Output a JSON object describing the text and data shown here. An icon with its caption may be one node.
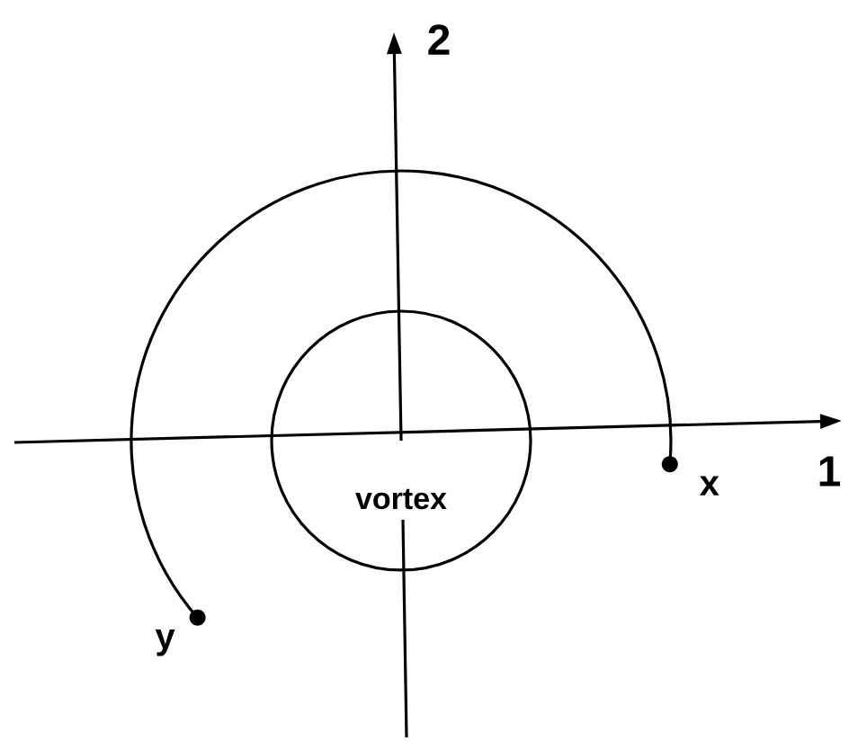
{
  "diagram": {
    "nodes": [
      {
        "text": [
          "vortex"
        ]
      },
      {
        "text": [],
        "shape": "circle",
        "beside": [
          "x"
        ]
      },
      {
        "text": [],
        "shape": "circle",
        "beside": [
          "y"
        ]
      }
    ],
    "edges": [
      {
        "from": 1,
        "to": 2,
        "arrow": "none"
      }
    ],
    "labels": [
      "2",
      "1"
    ]
  }
}
